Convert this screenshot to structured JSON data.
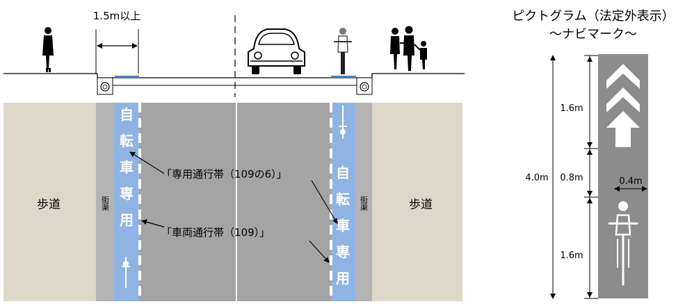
{
  "cross_section": {
    "width_label": "1.5m以上"
  },
  "plan": {
    "sidewalk_left": "歩道",
    "sidewalk_right": "歩道",
    "gutter_left": "街渠",
    "gutter_right": "街渠",
    "lane_text_left": [
      "自",
      "転",
      "車",
      "専",
      "用"
    ],
    "lane_text_right": [
      "自",
      "転",
      "車",
      "専",
      "用"
    ],
    "callout_dedicated": "「専用通行帯（109の6）」",
    "callout_vehicle": "「車両通行帯（109）」"
  },
  "pictogram": {
    "title_line1": "ピクトグラム（法定外表示）",
    "title_line2": "～ナビマーク～",
    "dim_total": "4.0m",
    "dim_top": "1.6m",
    "dim_middle": "0.8m",
    "dim_bottom": "1.6m",
    "dim_width": "0.4m"
  },
  "colors": {
    "sidewalk": "#ddd8c8",
    "gutter": "#b4b4b4",
    "road": "#a4a4a4",
    "bike_lane": "#8fb4e3",
    "pictogram_bg": "#8c8c8c"
  }
}
